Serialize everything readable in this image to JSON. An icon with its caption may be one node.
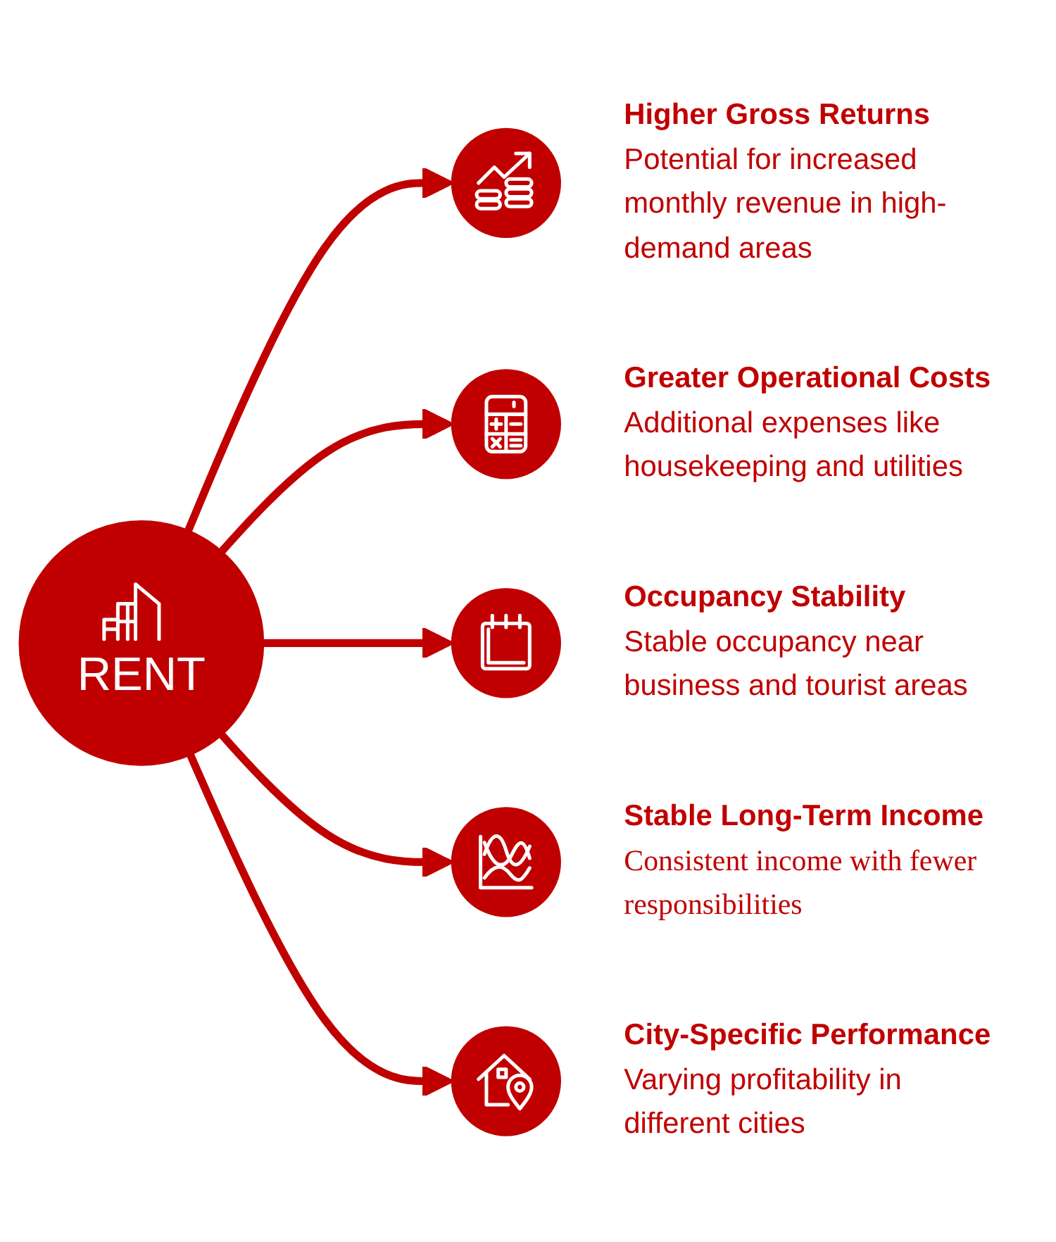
{
  "diagram": {
    "nodes": [
      {
        "text": [
          "RENT"
        ]
      },
      {
        "text": [
          "Higher Gross Returns",
          "Potential for increased monthly revenue in high-demand areas"
        ]
      },
      {
        "text": [
          "Greater Operational Costs",
          "Additional expenses like housekeeping and utilities"
        ]
      },
      {
        "text": [
          "Occupancy Stability",
          "Stable occupancy near business and tourist areas"
        ]
      },
      {
        "text": [
          "Stable Long-Term Income",
          "Consistent income with fewer responsibilities"
        ]
      },
      {
        "text": [
          "City-Specific Performance",
          "Varying profitability in different cities"
        ]
      }
    ],
    "edges": [
      {
        "from": 0,
        "to": 1,
        "arrow": "to"
      },
      {
        "from": 0,
        "to": 2,
        "arrow": "to"
      },
      {
        "from": 0,
        "to": 3,
        "arrow": "to"
      },
      {
        "from": 0,
        "to": 4,
        "arrow": "to"
      },
      {
        "from": 0,
        "to": 5,
        "arrow": "to"
      }
    ]
  }
}
